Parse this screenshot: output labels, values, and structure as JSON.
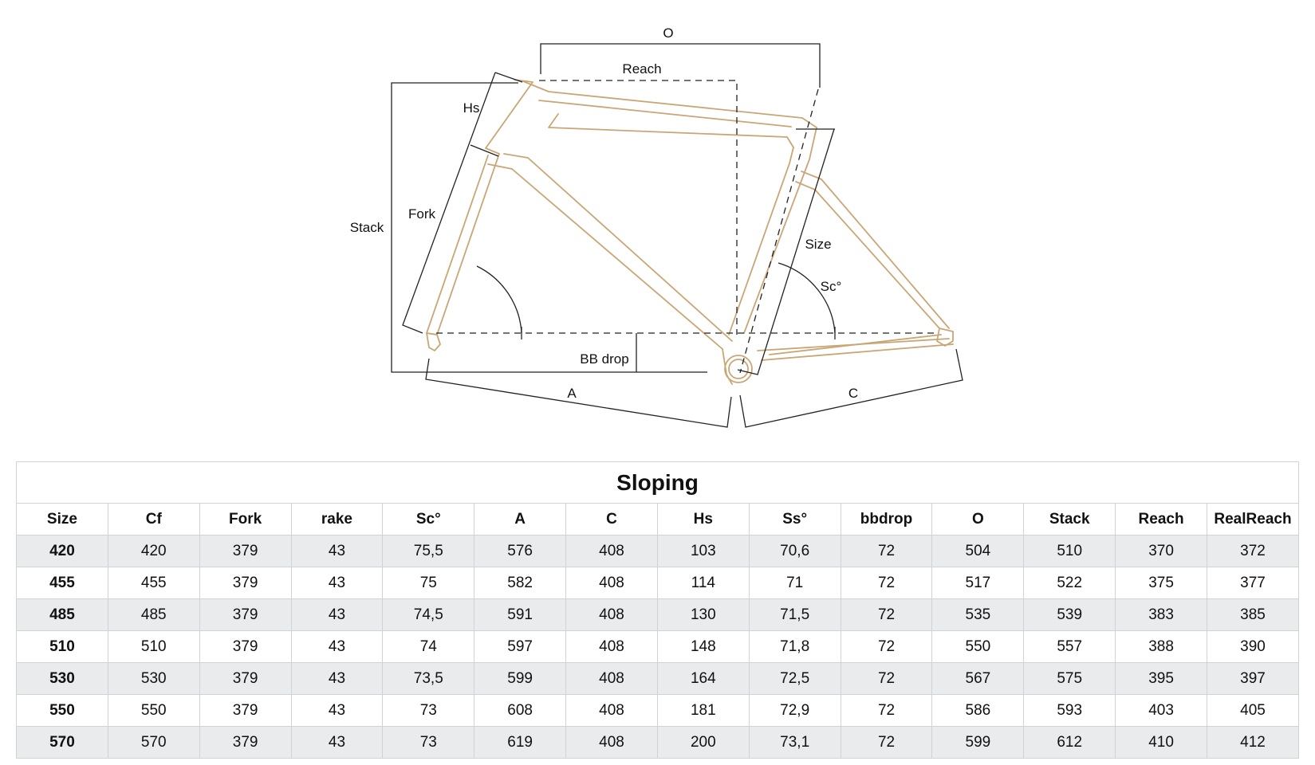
{
  "diagram": {
    "labels": {
      "o": "O",
      "reach": "Reach",
      "hs": "Hs",
      "stack": "Stack",
      "fork": "Fork",
      "size": "Size",
      "sc": "Sc°",
      "bb_drop": "BB drop",
      "a": "A",
      "c": "C"
    }
  },
  "table": {
    "title": "Sloping",
    "headers": [
      "Size",
      "Cf",
      "Fork",
      "rake",
      "Sc°",
      "A",
      "C",
      "Hs",
      "Ss°",
      "bbdrop",
      "O",
      "Stack",
      "Reach",
      "RealReach"
    ],
    "rows": [
      [
        "420",
        "420",
        "379",
        "43",
        "75,5",
        "576",
        "408",
        "103",
        "70,6",
        "72",
        "504",
        "510",
        "370",
        "372"
      ],
      [
        "455",
        "455",
        "379",
        "43",
        "75",
        "582",
        "408",
        "114",
        "71",
        "72",
        "517",
        "522",
        "375",
        "377"
      ],
      [
        "485",
        "485",
        "379",
        "43",
        "74,5",
        "591",
        "408",
        "130",
        "71,5",
        "72",
        "535",
        "539",
        "383",
        "385"
      ],
      [
        "510",
        "510",
        "379",
        "43",
        "74",
        "597",
        "408",
        "148",
        "71,8",
        "72",
        "550",
        "557",
        "388",
        "390"
      ],
      [
        "530",
        "530",
        "379",
        "43",
        "73,5",
        "599",
        "408",
        "164",
        "72,5",
        "72",
        "567",
        "575",
        "395",
        "397"
      ],
      [
        "550",
        "550",
        "379",
        "43",
        "73",
        "608",
        "408",
        "181",
        "72,9",
        "72",
        "586",
        "593",
        "403",
        "405"
      ],
      [
        "570",
        "570",
        "379",
        "43",
        "73",
        "619",
        "408",
        "200",
        "73,1",
        "72",
        "599",
        "612",
        "410",
        "412"
      ]
    ]
  }
}
